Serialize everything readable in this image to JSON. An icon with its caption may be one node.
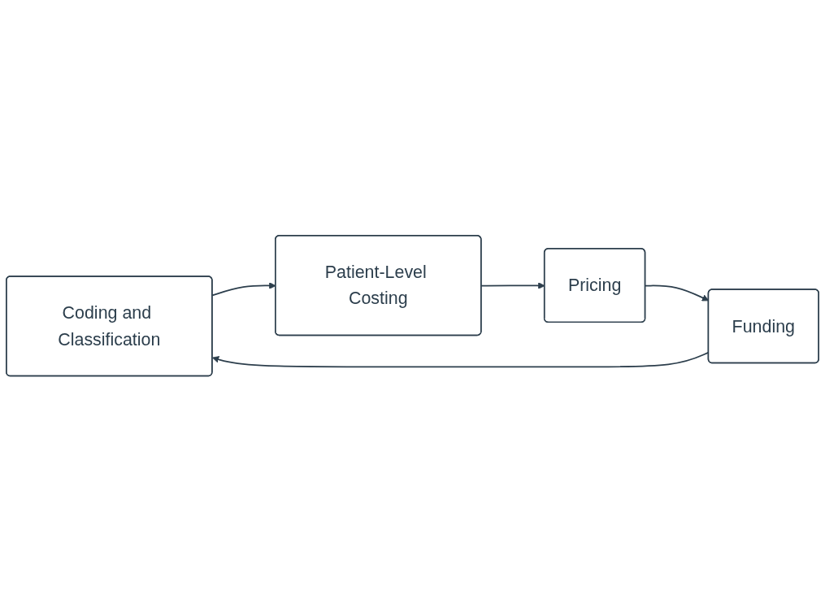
{
  "diagram": {
    "nodes": [
      {
        "text": [
          "Coding and Classification"
        ]
      },
      {
        "text": [
          "Patient-Level Costing"
        ]
      },
      {
        "text": [
          "Pricing"
        ]
      },
      {
        "text": [
          "Funding"
        ]
      }
    ],
    "edges": [
      {
        "from": 0,
        "to": 1,
        "arrow": "to"
      },
      {
        "from": 1,
        "to": 2,
        "arrow": "to"
      },
      {
        "from": 2,
        "to": 3,
        "arrow": "to"
      },
      {
        "from": 3,
        "to": 0,
        "arrow": "to"
      }
    ]
  }
}
